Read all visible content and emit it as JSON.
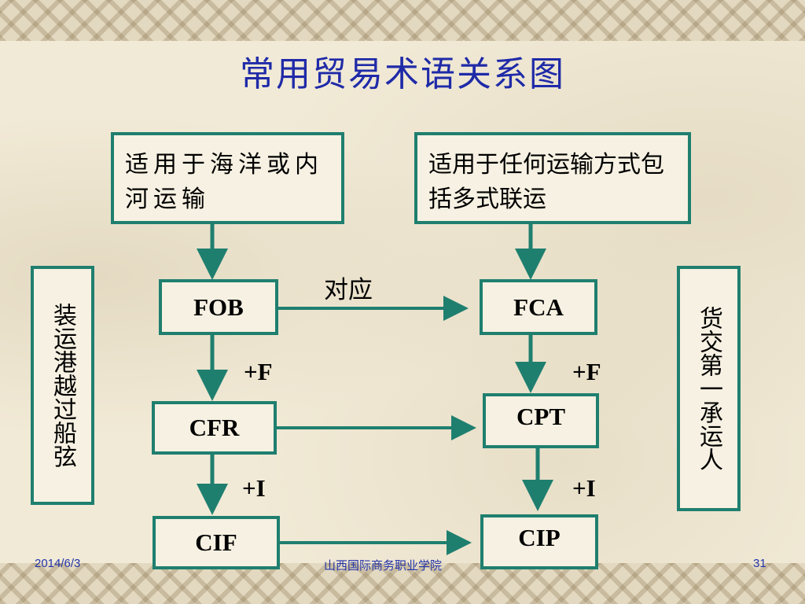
{
  "title": "常用贸易术语关系图",
  "boxes": {
    "sea_transport": "适用于海洋或内河运输",
    "any_transport": "适用于任何运输方式包括多式联运"
  },
  "side_labels": {
    "left": "装运港越过船弦",
    "right": "货交第一承运人"
  },
  "terms": {
    "fob": "FOB",
    "fca": "FCA",
    "cfr": "CFR",
    "cpt": "CPT",
    "cif": "CIF",
    "cip": "CIP"
  },
  "edge_labels": {
    "correspond": "对应",
    "plus_f_left": "+F",
    "plus_f_right": "+F",
    "plus_i_left": "+I",
    "plus_i_right": "+I"
  },
  "colors": {
    "box_border": "#1f7f6f",
    "arrow": "#1f7f6f",
    "title": "#1f2aa8"
  },
  "footer": {
    "date": "2014/6/3",
    "institution": "山西国际商务职业学院",
    "page": "31"
  }
}
